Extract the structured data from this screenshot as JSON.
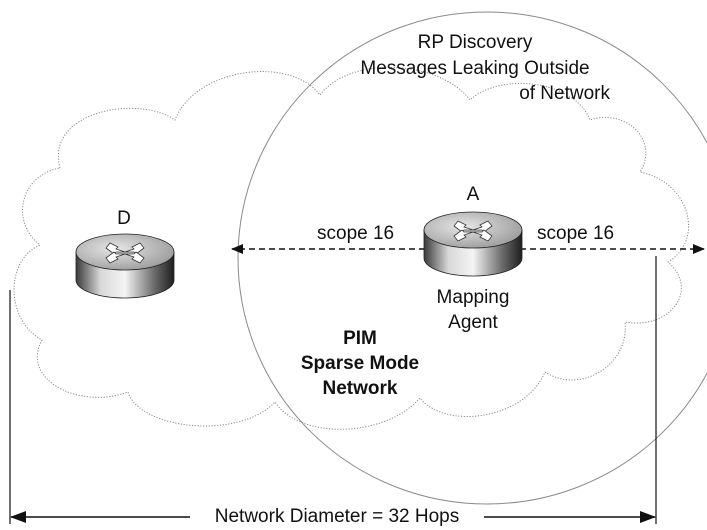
{
  "callout": {
    "line1": "RP Discovery",
    "line2": "Messages Leaking Outside",
    "line3": "of Network"
  },
  "routers": {
    "d": {
      "name": "D"
    },
    "a": {
      "name": "A",
      "role_line1": "Mapping",
      "role_line2": "Agent"
    }
  },
  "scope_left": "scope 16",
  "scope_right": "scope 16",
  "network": {
    "line1": "PIM",
    "line2": "Sparse Mode",
    "line3": "Network"
  },
  "diameter": "Network Diameter = 32 Hops",
  "colors": {
    "ink": "#111111",
    "cloud_outline": "#8a8a8a",
    "router_top": "#b9b9b9",
    "router_side_dark": "#2a2a2a"
  }
}
